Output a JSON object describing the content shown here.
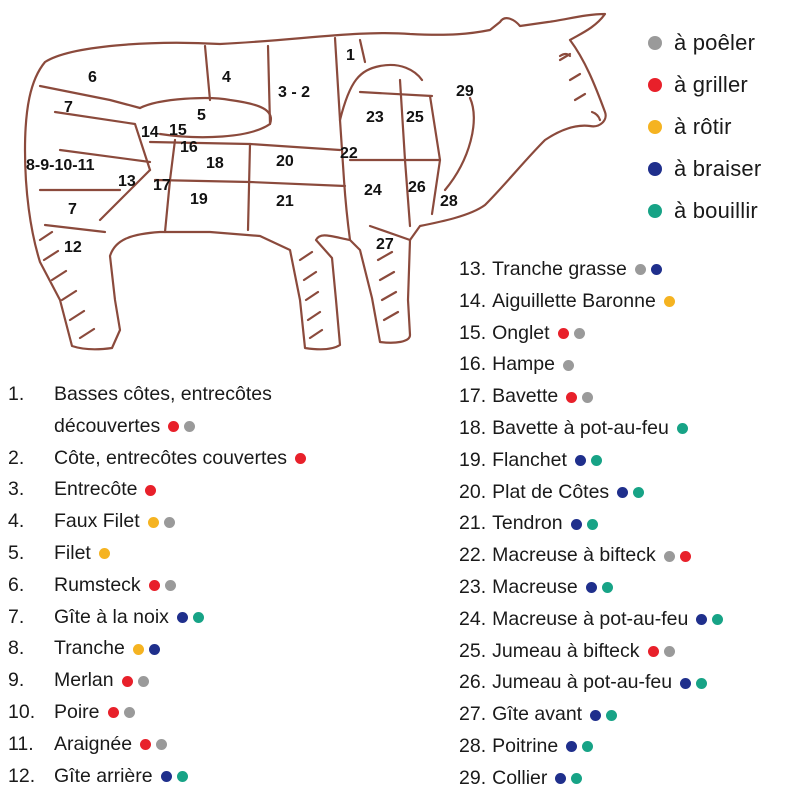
{
  "legend": [
    {
      "key": "poeler",
      "label": "à poêler",
      "color": "#9a9a9a"
    },
    {
      "key": "griller",
      "label": "à griller",
      "color": "#e8202a"
    },
    {
      "key": "rotir",
      "label": "à rôtir",
      "color": "#f5b321"
    },
    {
      "key": "braiser",
      "label": "à braiser",
      "color": "#1f2f8c"
    },
    {
      "key": "bouillir",
      "label": "à bouillir",
      "color": "#17a386"
    }
  ],
  "cow_labels": {
    "r1": "1",
    "r6": "6",
    "r4": "4",
    "r3_2": "3 - 2",
    "r29": "29",
    "r7a": "7",
    "r5": "5",
    "r14": "14",
    "r15": "15",
    "r23": "23",
    "r25": "25",
    "r16": "16",
    "r18": "18",
    "r20": "20",
    "r22": "22",
    "r8_11": "8-9-10-11",
    "r13": "13",
    "r17": "17",
    "r19": "19",
    "r21": "21",
    "r24": "24",
    "r26": "26",
    "r28": "28",
    "r7b": "7",
    "r27": "27",
    "r12": "12"
  },
  "cuts_left": [
    {
      "num": "1.",
      "name": "Basses côtes, entrecôtes\ndécouvertes",
      "dots": [
        "griller",
        "poeler"
      ]
    },
    {
      "num": "2.",
      "name": "Côte, entrecôtes couvertes",
      "dots": [
        "griller"
      ]
    },
    {
      "num": "3.",
      "name": "Entrecôte",
      "dots": [
        "griller"
      ]
    },
    {
      "num": "4.",
      "name": "Faux Filet",
      "dots": [
        "rotir",
        "poeler"
      ]
    },
    {
      "num": "5.",
      "name": "Filet",
      "dots": [
        "rotir"
      ]
    },
    {
      "num": "6.",
      "name": "Rumsteck",
      "dots": [
        "griller",
        "poeler"
      ]
    },
    {
      "num": "7.",
      "name": "Gîte à la noix",
      "dots": [
        "braiser",
        "bouillir"
      ]
    },
    {
      "num": "8.",
      "name": "Tranche",
      "dots": [
        "rotir",
        "braiser"
      ]
    },
    {
      "num": "9.",
      "name": "Merlan",
      "dots": [
        "griller",
        "poeler"
      ]
    },
    {
      "num": "10.",
      "name": "Poire",
      "dots": [
        "griller",
        "poeler"
      ]
    },
    {
      "num": "11.",
      "name": "Araignée",
      "dots": [
        "griller",
        "poeler"
      ]
    },
    {
      "num": "12.",
      "name": "Gîte arrière",
      "dots": [
        "braiser",
        "bouillir"
      ]
    }
  ],
  "cuts_right": [
    {
      "num": "13.",
      "name": "Tranche grasse",
      "dots": [
        "poeler",
        "braiser"
      ]
    },
    {
      "num": "14.",
      "name": "Aiguillette Baronne",
      "dots": [
        "rotir"
      ]
    },
    {
      "num": "15.",
      "name": "Onglet",
      "dots": [
        "griller",
        "poeler"
      ]
    },
    {
      "num": "16.",
      "name": "Hampe",
      "dots": [
        "poeler"
      ]
    },
    {
      "num": "17.",
      "name": "Bavette",
      "dots": [
        "griller",
        "poeler"
      ]
    },
    {
      "num": "18.",
      "name": "Bavette à pot-au-feu",
      "dots": [
        "bouillir"
      ]
    },
    {
      "num": "19.",
      "name": "Flanchet",
      "dots": [
        "braiser",
        "bouillir"
      ]
    },
    {
      "num": "20.",
      "name": "Plat de Côtes",
      "dots": [
        "braiser",
        "bouillir"
      ]
    },
    {
      "num": "21.",
      "name": "Tendron",
      "dots": [
        "braiser",
        "bouillir"
      ]
    },
    {
      "num": "22.",
      "name": "Macreuse à bifteck",
      "dots": [
        "poeler",
        "griller"
      ]
    },
    {
      "num": "23.",
      "name": "Macreuse",
      "dots": [
        "braiser",
        "bouillir"
      ]
    },
    {
      "num": "24.",
      "name": "Macreuse à pot-au-feu",
      "dots": [
        "braiser",
        "bouillir"
      ]
    },
    {
      "num": "25.",
      "name": "Jumeau à bifteck",
      "dots": [
        "griller",
        "poeler"
      ]
    },
    {
      "num": "26.",
      "name": "Jumeau à pot-au-feu",
      "dots": [
        "braiser",
        "bouillir"
      ]
    },
    {
      "num": "27.",
      "name": "Gîte avant",
      "dots": [
        "braiser",
        "bouillir"
      ]
    },
    {
      "num": "28.",
      "name": "Poitrine",
      "dots": [
        "braiser",
        "bouillir"
      ]
    },
    {
      "num": "29.",
      "name": "Collier",
      "dots": [
        "braiser",
        "bouillir"
      ]
    }
  ]
}
